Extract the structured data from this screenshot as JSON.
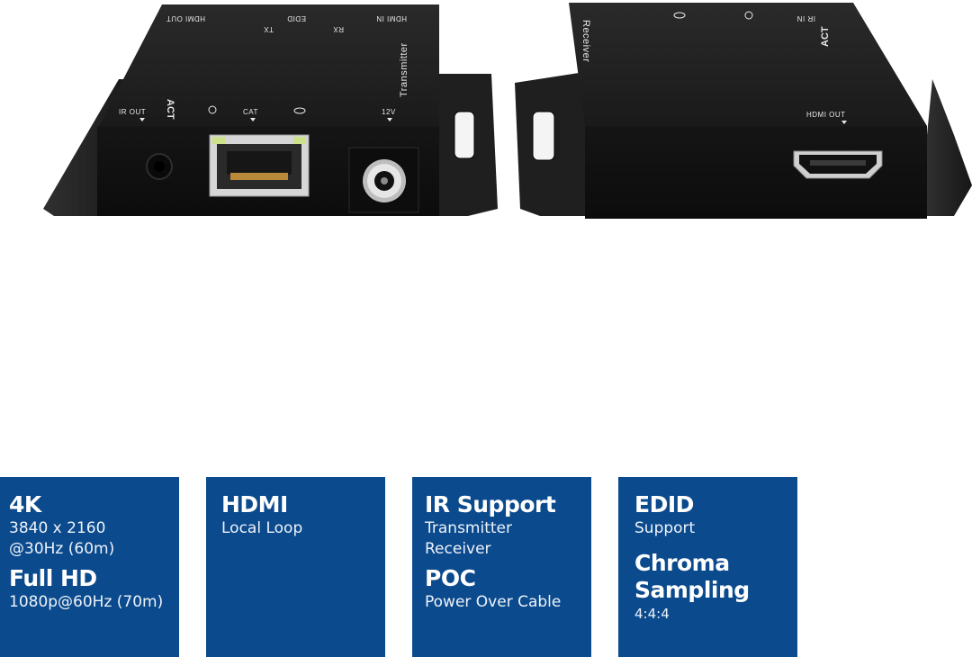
{
  "product": {
    "brand": "ACT",
    "transmitter": {
      "name": "Transmitter",
      "top_ports": [
        "HDMI OUT",
        "EDID",
        "RX",
        "TX",
        "HDMI IN"
      ],
      "front_ports": [
        "IR OUT",
        "CAT",
        "12V"
      ]
    },
    "receiver": {
      "name": "Receiver",
      "top_ports": [
        "IR IN"
      ],
      "front_ports": [
        "HDMI OUT"
      ]
    }
  },
  "features": [
    {
      "title_a": "4K",
      "text_a1": "3840 x 2160",
      "text_a2": "@30Hz (60m)",
      "title_b": "Full HD",
      "text_b1": "1080p@60Hz (70m)"
    },
    {
      "title_a": "HDMI",
      "text_a1": "Local Loop"
    },
    {
      "title_a": "IR Support",
      "text_a1": "Transmitter",
      "text_a2": "Receiver",
      "title_b": "POC",
      "text_b1": "Power Over Cable"
    },
    {
      "title_a": "EDID",
      "text_a1": "Support",
      "title_b1": "Chroma",
      "title_b2": "Sampling",
      "text_b1": "4:4:4"
    }
  ],
  "colors": {
    "box_blue": "#0b4a8d",
    "device_black": "#1c1c1c"
  }
}
